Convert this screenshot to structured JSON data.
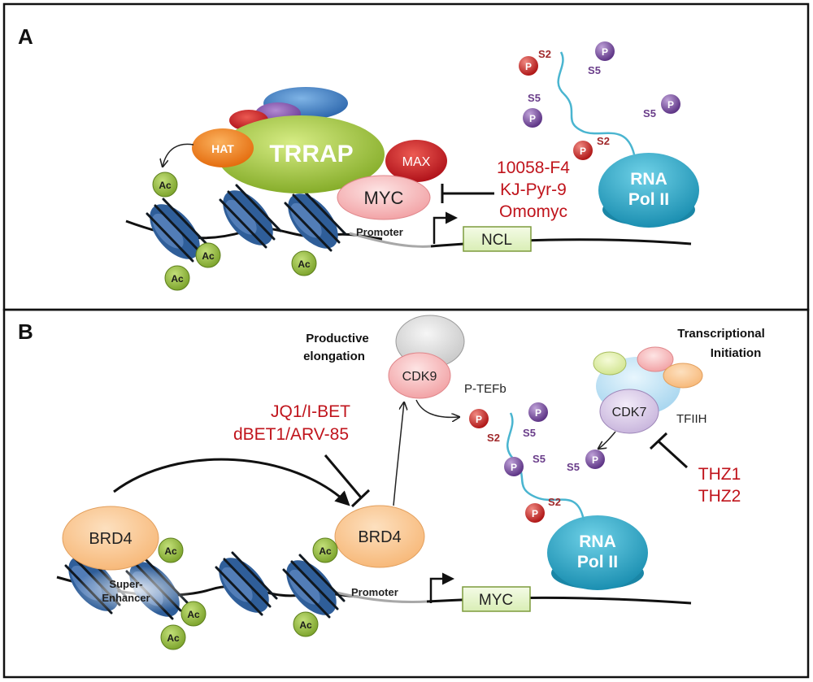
{
  "panel_a": {
    "label": "A",
    "trrap": "TRRAP",
    "hat": "HAT",
    "max": "MAX",
    "myc": "MYC",
    "promoter": "Promoter",
    "ncl": "NCL",
    "inhibitors": [
      "10058-F4",
      "KJ-Pyr-9",
      "Omomyc"
    ],
    "pol_line1": "RNA",
    "pol_line2": "Pol II",
    "ac": "Ac",
    "p": "P",
    "s2": "S2",
    "s5": "S5"
  },
  "panel_b": {
    "label": "B",
    "productive_line1": "Productive",
    "productive_line2": "elongation",
    "cdk9": "CDK9",
    "ptefb": "P-TEFb",
    "transcriptional": "Transcriptional",
    "initiation": "Initiation",
    "cdk7": "CDK7",
    "tfiih": "TFIIH",
    "bet_inhibitors": [
      "JQ1/I-BET",
      "dBET1/ARV-85"
    ],
    "thz": [
      "THZ1",
      "THZ2"
    ],
    "brd4": "BRD4",
    "super_line1": "Super-",
    "super_line2": "Enhancer",
    "promoter": "Promoter",
    "myc": "MYC",
    "pol_line1": "RNA",
    "pol_line2": "Pol II",
    "ac": "Ac",
    "p": "P",
    "s2": "S2",
    "s5": "S5"
  },
  "colors": {
    "inhibitor_red": "#c0141c",
    "s2_red": "#a0282a",
    "s5_purple": "#6a3d8a",
    "nucleosome_blue": "#2f5e99",
    "ac_green": "#8cb83a",
    "pol_teal": "#2aa6c4",
    "ctd_line": "#4ab5d0"
  }
}
